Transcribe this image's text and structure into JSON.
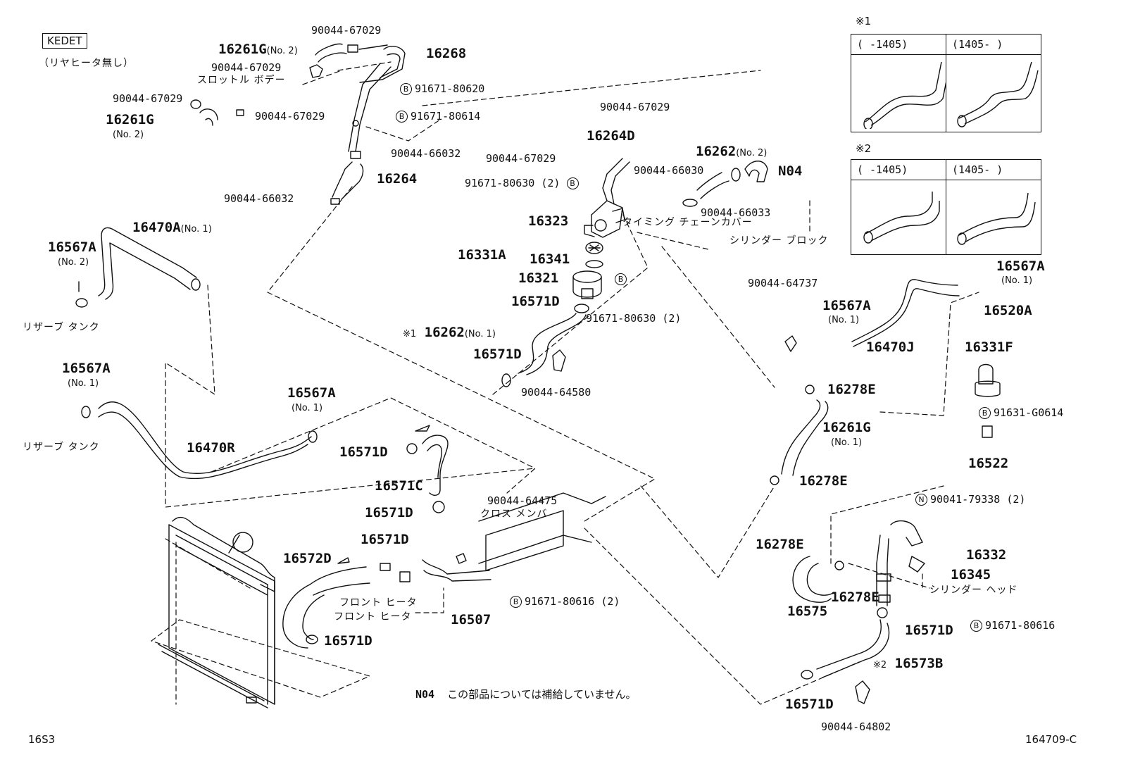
{
  "diagram": {
    "kedet": "KEDET",
    "note_no_rear_heater": "（リヤヒータ無し）",
    "footer_left": "16S3",
    "footer_right": "164709-C",
    "note_line": {
      "code": "N04",
      "text": "この部品については補給していません。"
    },
    "insets": [
      {
        "mark": "※1",
        "col1": "(    -1405)",
        "col2": "(1405-    )"
      },
      {
        "mark": "※2",
        "col1": "(    -1405)",
        "col2": "(1405-    )"
      }
    ],
    "labels": {
      "p16261g_no2_top": {
        "num": "16261G",
        "sub": "(No. 2)"
      },
      "p16268": "16268",
      "p90044_67029_a": "90044-67029",
      "p90044_67029_b": "90044-67029",
      "p90044_67029_c": "90044-67029",
      "p90044_67029_d": "90044-67029",
      "throttle_body": "スロットル ボデー",
      "b_91671_80620": "91671-80620",
      "b_91671_80614": "91671-80614",
      "p16261g_no2": {
        "num": "16261G",
        "sub": "(No. 2)"
      },
      "p90044_66032_a": "90044-66032",
      "p90044_66032_b": "90044-66032",
      "p16264": "16264",
      "p16470a": {
        "num": "16470A",
        "sub": "(No. 1)"
      },
      "p16567a_no2": {
        "num": "16567A",
        "sub": "(No. 2)"
      },
      "reserve_tank_a": "リザーブ タンク",
      "p16567a_left": {
        "num": "16567A",
        "sub": "(No. 1)"
      },
      "reserve_tank_b": "リザーブ タンク",
      "p16470r": "16470R",
      "p16567a_mid": {
        "num": "16567A",
        "sub": "(No. 1)"
      },
      "p90044_67029_e": "90044-67029",
      "p16264d": "16264D",
      "p90044_67029_f": "90044-67029",
      "b_91671_80630_a": "91671-80630 (2)",
      "p16262_no2": {
        "num": "16262",
        "sub": "(No. 2)"
      },
      "p90044_66030": "90044-66030",
      "n04": "N04",
      "p16323": "16323",
      "timing_chain_cover": "タイミング チェーンカバー",
      "p90044_66033": "90044-66033",
      "cylinder_block": "シリンダー ブロック",
      "p16331a": "16331A",
      "p16341": "16341",
      "p16321": "16321",
      "p16571d_a": "16571D",
      "b_91671_80630_b": "91671-80630 (2)",
      "p16262_no1": {
        "mark": "※1",
        "num": "16262",
        "sub": "(No. 1)"
      },
      "p16571d_b": "16571D",
      "p90044_64580": "90044-64580",
      "p90044_64737": "90044-64737",
      "p16567a_r1": {
        "num": "16567A",
        "sub": "(No. 1)"
      },
      "p16567a_r2": {
        "num": "16567A",
        "sub": "(No. 1)"
      },
      "p16470j": "16470J",
      "p16520a": "16520A",
      "p16331f": "16331F",
      "p16278e_a": "16278E",
      "p16261g_no1": {
        "num": "16261G",
        "sub": "(No. 1)"
      },
      "b_91631_g0614": "91631-G0614",
      "p16522": "16522",
      "p16278e_b": "16278E",
      "p16571d_c": "16571D",
      "p16571c": "16571C",
      "p16571d_d": "16571D",
      "p90044_64475": "90044-64475",
      "cross_member": "クロス メンバ",
      "n_90041_79338": "90041-79338 (2)",
      "p16571d_e": "16571D",
      "p16572d": "16572D",
      "front_heater_a": "フロント ヒータ",
      "front_heater_b": "フロント ヒータ",
      "p16507": "16507",
      "b_91671_80616_2": "91671-80616 (2)",
      "p16571d_f": "16571D",
      "p16278e_c": "16278E",
      "p16332": "16332",
      "p16345": "16345",
      "cylinder_head": "シリンダー ヘッド",
      "p16278e_d": "16278E",
      "p16575": "16575",
      "p16571d_g": "16571D",
      "b_91671_80616": "91671-80616",
      "p16573b": {
        "mark": "※2",
        "num": "16573B"
      },
      "p16571d_h": "16571D",
      "p90044_64802": "90044-64802",
      "circle_b": "B",
      "circle_n": "N"
    }
  }
}
